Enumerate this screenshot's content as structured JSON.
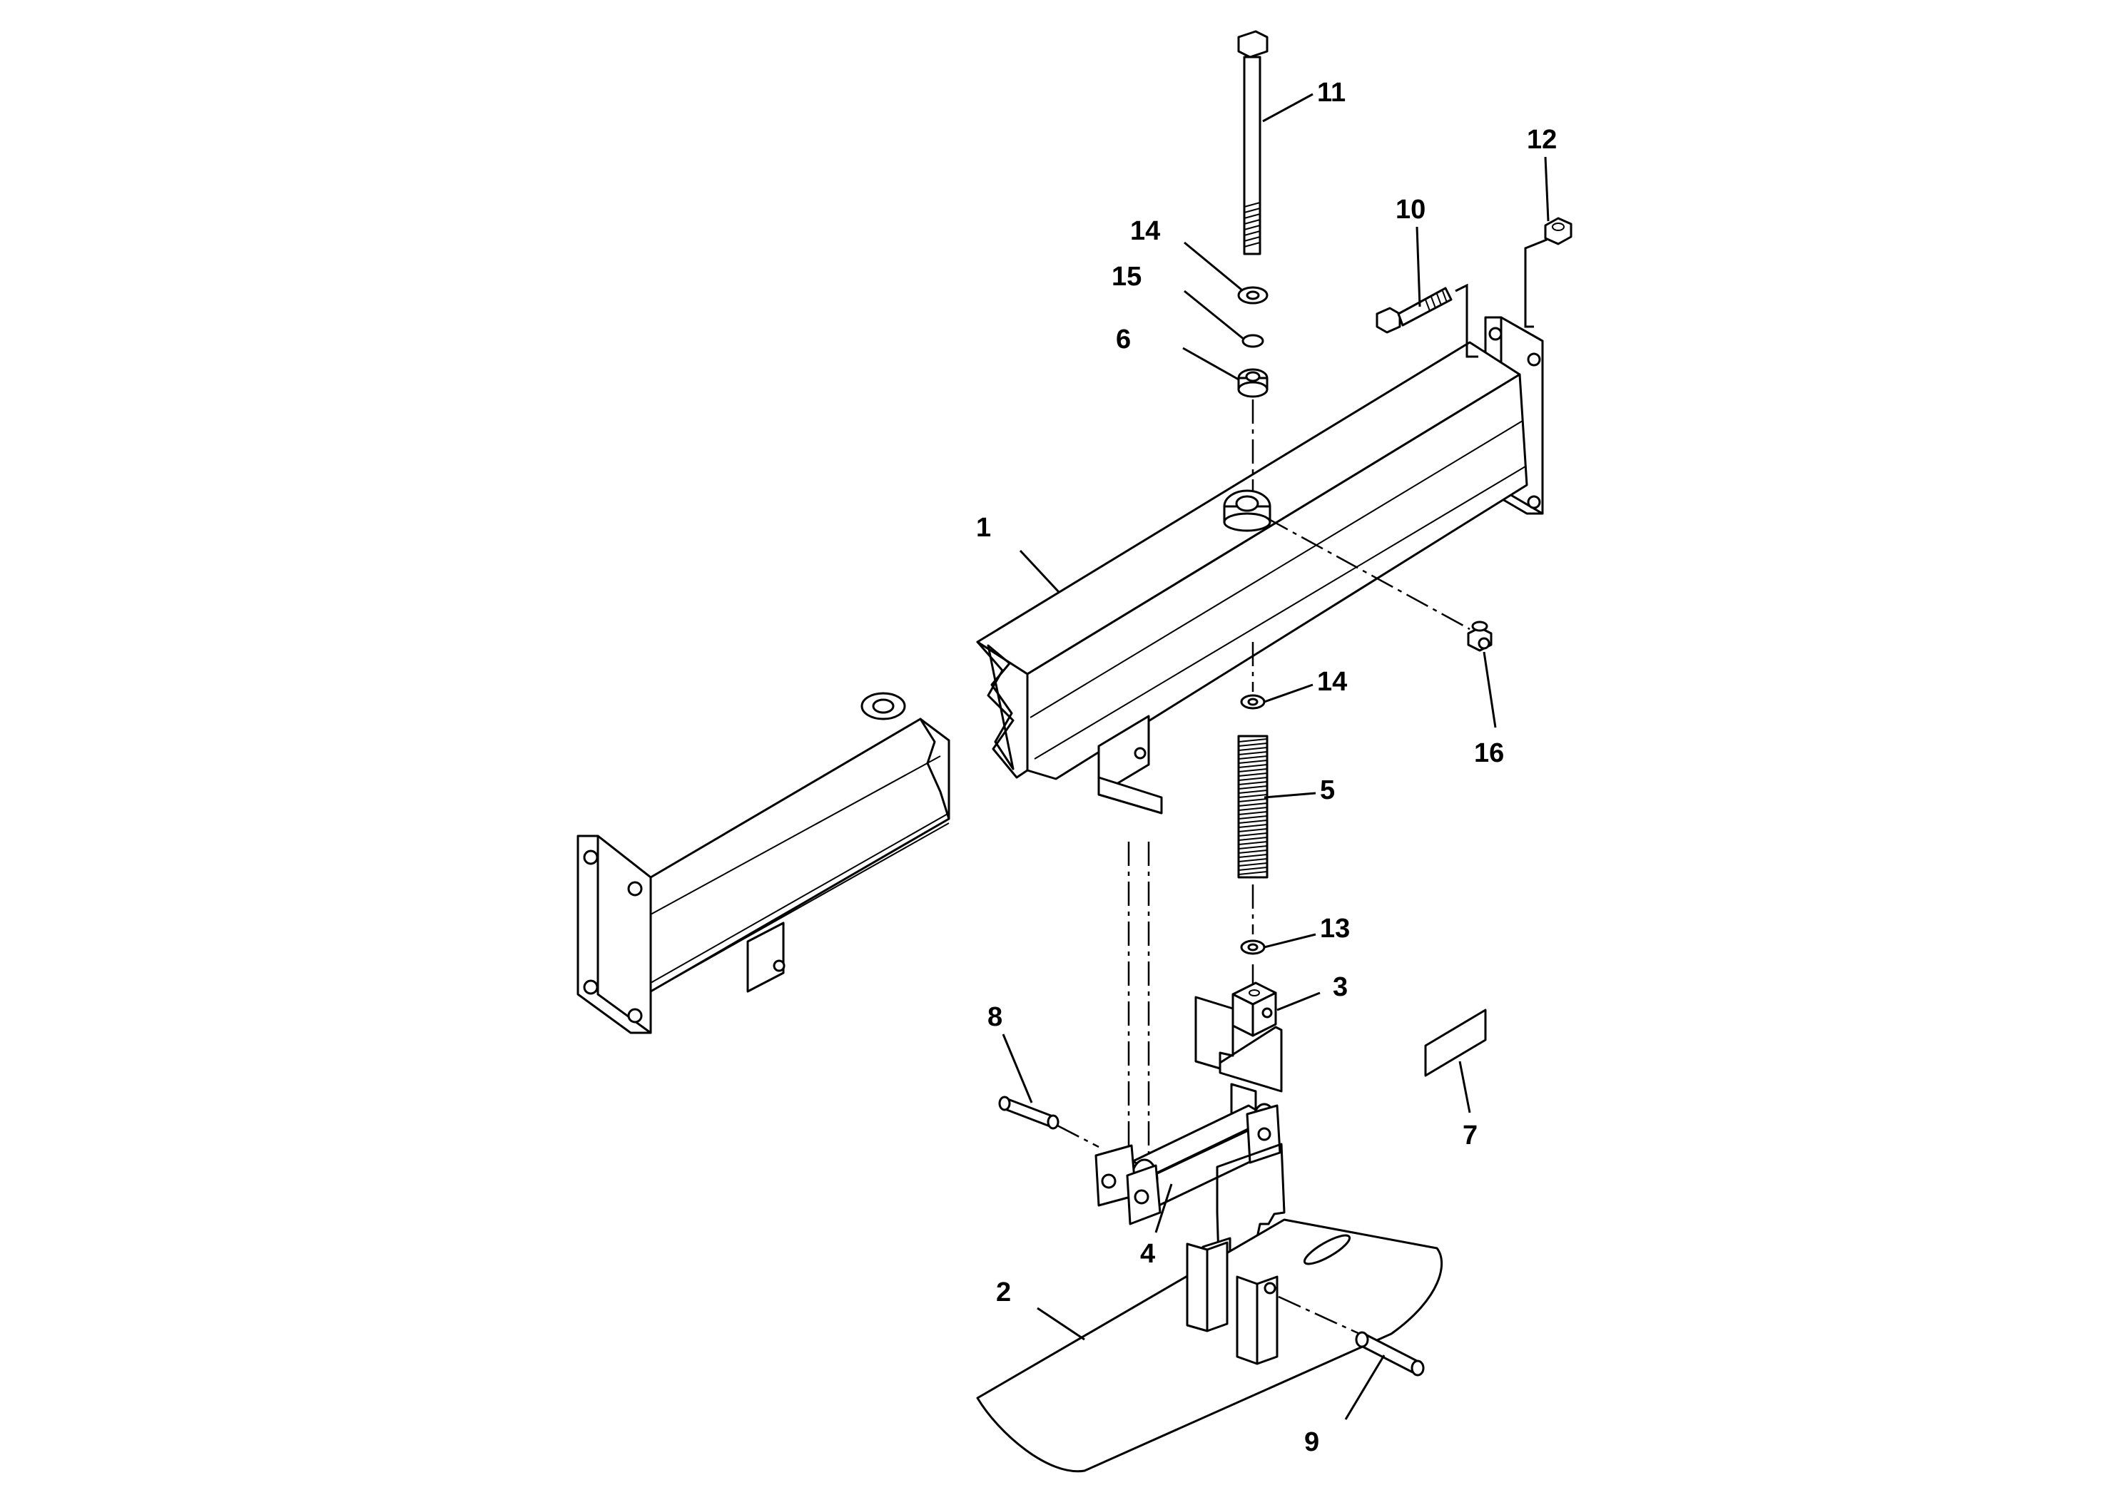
{
  "diagram": {
    "callouts": [
      {
        "id": "c1",
        "label": "1"
      },
      {
        "id": "c2",
        "label": "2"
      },
      {
        "id": "c3",
        "label": "3"
      },
      {
        "id": "c4",
        "label": "4"
      },
      {
        "id": "c5",
        "label": "5"
      },
      {
        "id": "c6",
        "label": "6"
      },
      {
        "id": "c7",
        "label": "7"
      },
      {
        "id": "c8",
        "label": "8"
      },
      {
        "id": "c9",
        "label": "9"
      },
      {
        "id": "c10",
        "label": "10"
      },
      {
        "id": "c11",
        "label": "11"
      },
      {
        "id": "c12",
        "label": "12"
      },
      {
        "id": "c13",
        "label": "13"
      },
      {
        "id": "c14a",
        "label": "14"
      },
      {
        "id": "c14b",
        "label": "14"
      },
      {
        "id": "c15",
        "label": "15"
      },
      {
        "id": "c16",
        "label": "16"
      }
    ]
  }
}
